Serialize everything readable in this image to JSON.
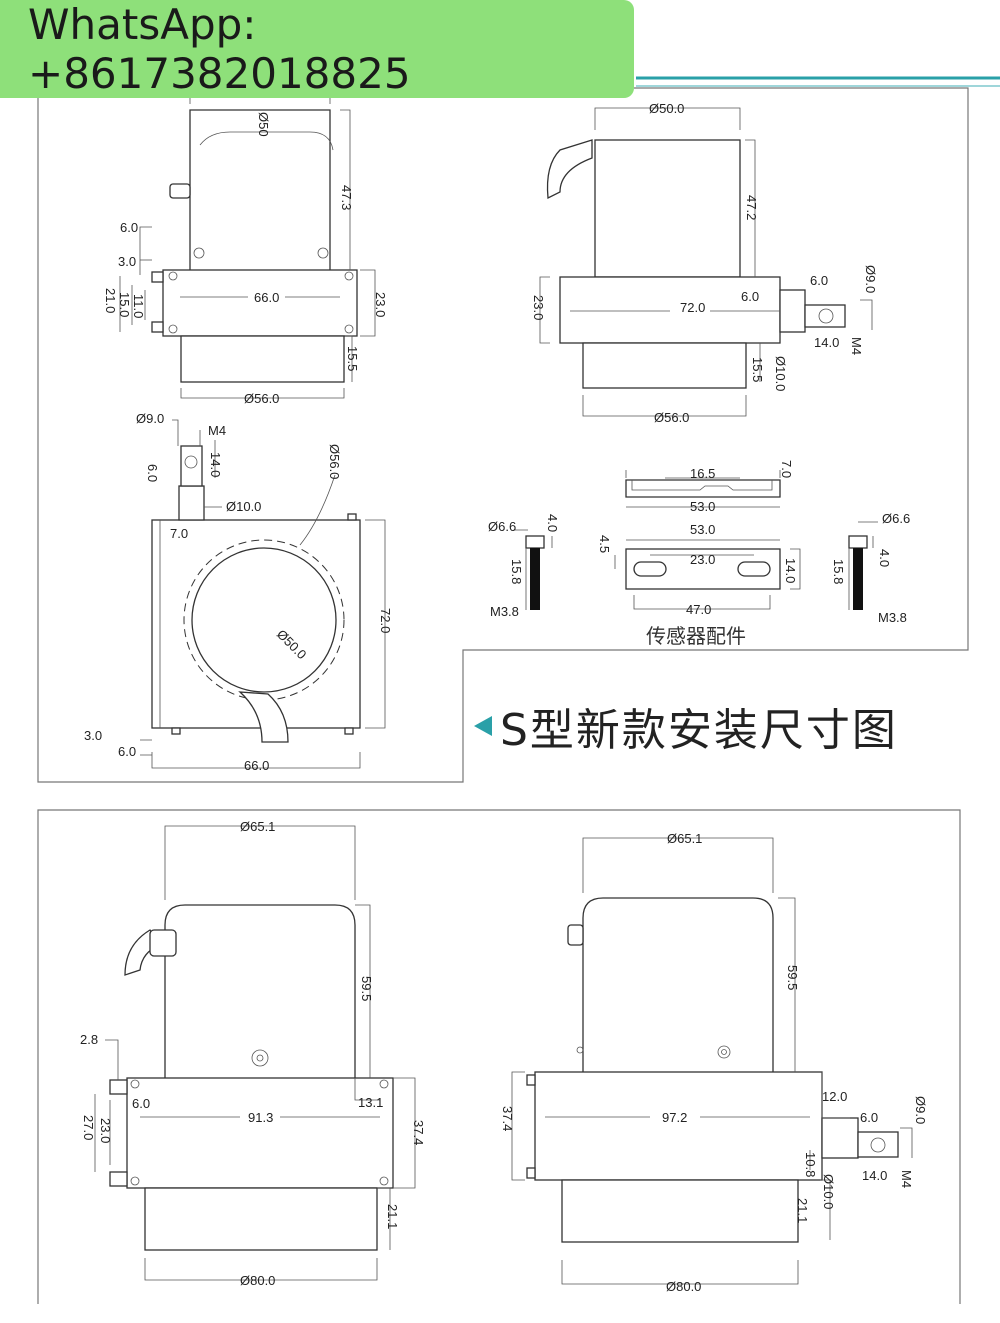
{
  "banner": {
    "text": "WhatsApp: +8617382018825",
    "color": "#8ee07a"
  },
  "accent_color": "#2aa0a8",
  "section_title": "S型新款安装尺寸图",
  "accessory_caption": "传感器配件",
  "dims": {
    "s_front": {
      "top": "Ø50",
      "height_top": "47.3",
      "d6": "6.0",
      "d3": "3.0",
      "d21": "21.0",
      "d15": "15.0",
      "d11": "11.0",
      "width": "66.0",
      "flange_h": "23.0",
      "d155": "15.5",
      "dia56": "Ø56.0"
    },
    "s_side": {
      "top": "Ø50.0",
      "height_top": "47.2",
      "d6a": "6.0",
      "d6b": "6.0",
      "d9": "Ø9.0",
      "len": "72.0",
      "flange_h": "23.0",
      "d14": "14.0",
      "m4": "M4",
      "d155": "15.5",
      "d10": "Ø10.0",
      "dia56": "Ø56.0"
    },
    "s_top": {
      "d9": "Ø9.0",
      "m4": "M4",
      "d6": "6.0",
      "d14": "14.0",
      "d10": "Ø10.0",
      "dia56": "Ø56.0",
      "d7": "7.0",
      "d72": "72.0",
      "dia50": "Ø50.0",
      "d3": "3.0",
      "d6b": "6.0",
      "width": "66.0"
    },
    "bracket": {
      "d165": "16.5",
      "d7": "7.0",
      "d53a": "53.0",
      "d53b": "53.0",
      "d45": "4.5",
      "d23": "23.0",
      "d14": "14.0",
      "d47": "47.0"
    },
    "screw_left": {
      "dia": "Ø6.6",
      "h": "4.0",
      "len": "15.8",
      "thread": "M3.8"
    },
    "screw_right": {
      "dia": "Ø6.6",
      "h": "4.0",
      "len": "15.8",
      "thread": "M3.8"
    },
    "l_front": {
      "top": "Ø65.1",
      "height_top": "59.5",
      "d28": "2.8",
      "d6": "6.0",
      "width": "91.3",
      "d131": "13.1",
      "d27": "27.0",
      "d23": "23.0",
      "flange_h": "37.4",
      "d211": "21.1",
      "dia80": "Ø80.0"
    },
    "l_side": {
      "top": "Ø65.1",
      "height_top": "59.5",
      "flange_h": "37.4",
      "len": "97.2",
      "d12": "12.0",
      "d6": "6.0",
      "d9": "Ø9.0",
      "d108": "10.8",
      "d14": "14.0",
      "m4": "M4",
      "d10": "Ø10.0",
      "d211": "21.1",
      "dia80": "Ø80.0"
    }
  }
}
